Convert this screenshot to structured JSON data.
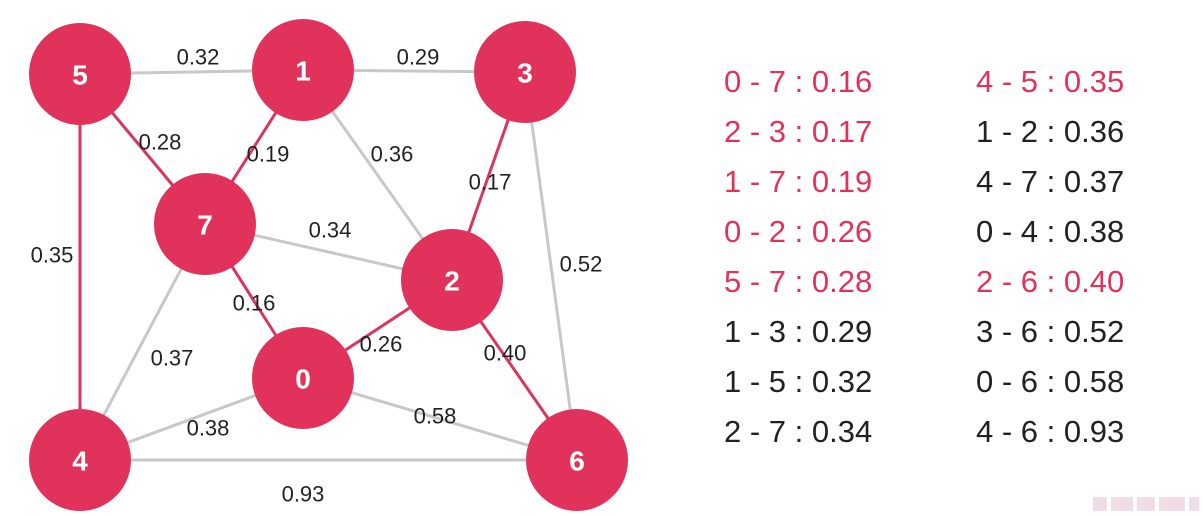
{
  "colors": {
    "node_fill": "#e0325a",
    "mst_edge": "#d9365e",
    "other_edge": "#c8c8c8",
    "mst_text": "#e0325a",
    "other_text": "#222222"
  },
  "nodes": [
    {
      "id": "0",
      "label": "0"
    },
    {
      "id": "1",
      "label": "1"
    },
    {
      "id": "2",
      "label": "2"
    },
    {
      "id": "3",
      "label": "3"
    },
    {
      "id": "4",
      "label": "4"
    },
    {
      "id": "5",
      "label": "5"
    },
    {
      "id": "6",
      "label": "6"
    },
    {
      "id": "7",
      "label": "7"
    }
  ],
  "edges": [
    {
      "from": "5",
      "to": "1",
      "weight": "0.32",
      "mst": false
    },
    {
      "from": "1",
      "to": "3",
      "weight": "0.29",
      "mst": false
    },
    {
      "from": "5",
      "to": "7",
      "weight": "0.28",
      "mst": true
    },
    {
      "from": "1",
      "to": "7",
      "weight": "0.19",
      "mst": true
    },
    {
      "from": "1",
      "to": "2",
      "weight": "0.36",
      "mst": false
    },
    {
      "from": "3",
      "to": "2",
      "weight": "0.17",
      "mst": true
    },
    {
      "from": "7",
      "to": "2",
      "weight": "0.34",
      "mst": false
    },
    {
      "from": "5",
      "to": "4",
      "weight": "0.35",
      "mst": true
    },
    {
      "from": "3",
      "to": "6",
      "weight": "0.52",
      "mst": false
    },
    {
      "from": "7",
      "to": "0",
      "weight": "0.16",
      "mst": true
    },
    {
      "from": "2",
      "to": "0",
      "weight": "0.26",
      "mst": true
    },
    {
      "from": "2",
      "to": "6",
      "weight": "0.40",
      "mst": true
    },
    {
      "from": "7",
      "to": "4",
      "weight": "0.37",
      "mst": false
    },
    {
      "from": "0",
      "to": "4",
      "weight": "0.38",
      "mst": false
    },
    {
      "from": "0",
      "to": "6",
      "weight": "0.58",
      "mst": false
    },
    {
      "from": "4",
      "to": "6",
      "weight": "0.93",
      "mst": false
    }
  ],
  "edge_list": [
    {
      "text": "0 - 7 : 0.16",
      "mst": true
    },
    {
      "text": "2 - 3 : 0.17",
      "mst": true
    },
    {
      "text": "1 - 7 : 0.19",
      "mst": true
    },
    {
      "text": "0 - 2 : 0.26",
      "mst": true
    },
    {
      "text": "5 - 7 : 0.28",
      "mst": true
    },
    {
      "text": "1 - 3 : 0.29",
      "mst": false
    },
    {
      "text": "1 - 5 : 0.32",
      "mst": false
    },
    {
      "text": "2 - 7 : 0.34",
      "mst": false
    },
    {
      "text": "4 - 5 : 0.35",
      "mst": true
    },
    {
      "text": "1 - 2 : 0.36",
      "mst": false
    },
    {
      "text": "4 - 7 : 0.37",
      "mst": false
    },
    {
      "text": "0 - 4 : 0.38",
      "mst": false
    },
    {
      "text": "2 - 6 : 0.40",
      "mst": true
    },
    {
      "text": "3 - 6 : 0.52",
      "mst": false
    },
    {
      "text": "0 - 6 : 0.58",
      "mst": false
    },
    {
      "text": "4 - 6 : 0.93",
      "mst": false
    }
  ]
}
